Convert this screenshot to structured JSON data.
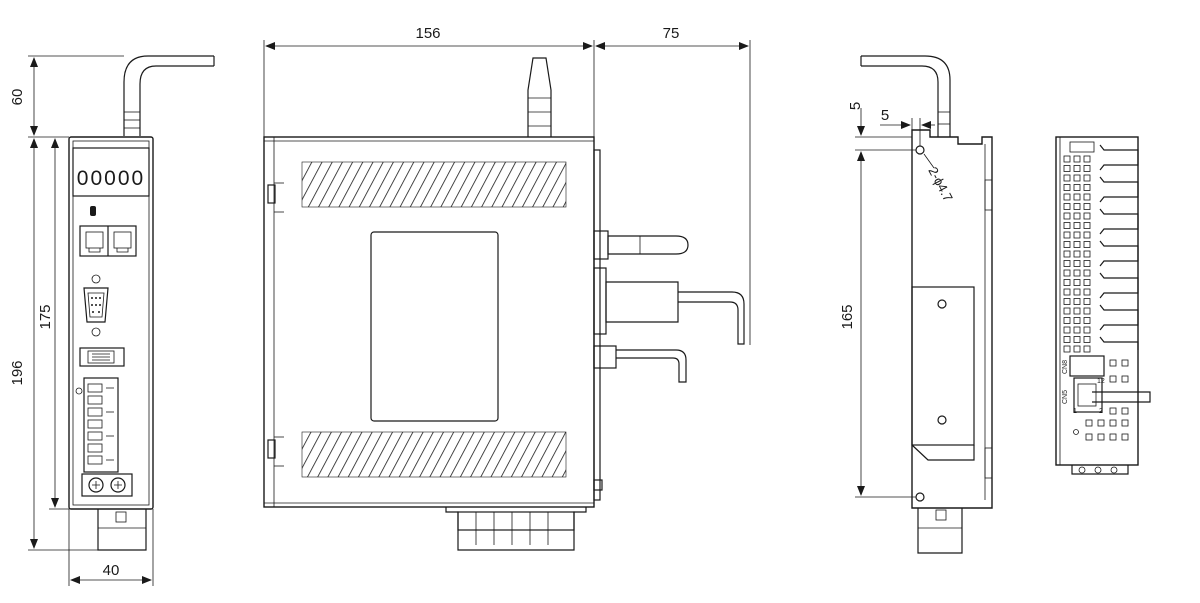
{
  "dimensions": {
    "front_height_total": "196",
    "front_height_body": "175",
    "front_cable_height": "60",
    "front_width": "40",
    "side_depth": "156",
    "side_cable_depth": "75",
    "back_hole_offset_v": "5",
    "back_hole_offset_h": "5",
    "back_hole_spacing": "165",
    "back_hole_callout": "2-ϕ4.7"
  },
  "display": {
    "digits": "00000"
  },
  "connector_labels": {
    "cn8": "CN8",
    "cn5": "CN5",
    "pin_12": "12",
    "pin_2": "2",
    "pin_1": "1"
  }
}
